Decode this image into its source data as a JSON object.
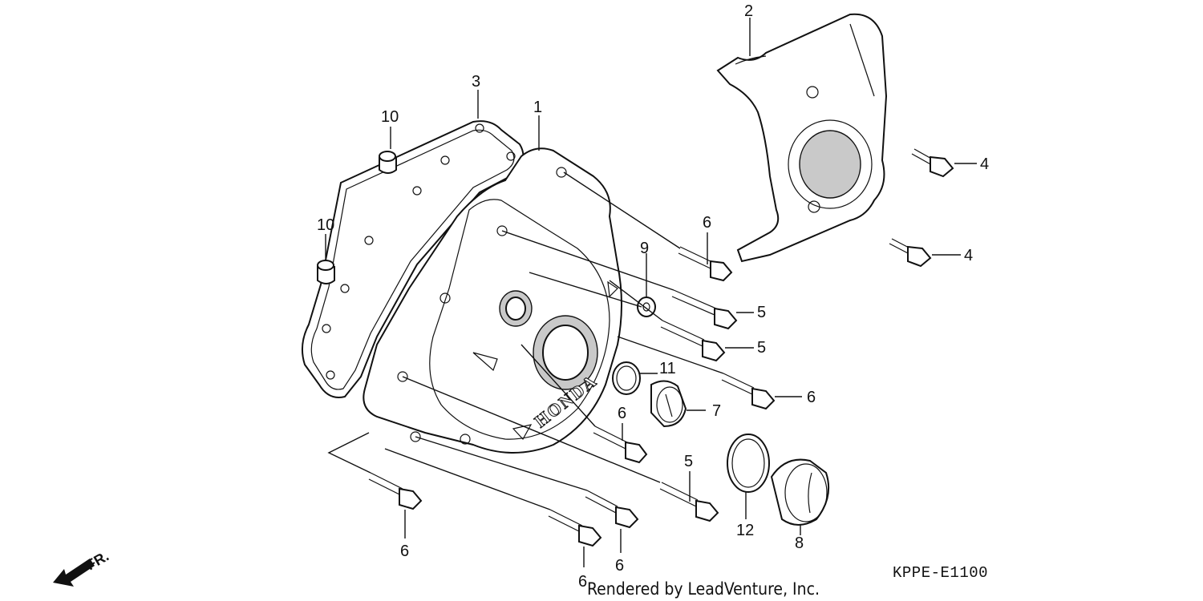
{
  "diagram": {
    "callouts": [
      "1",
      "2",
      "3",
      "4",
      "4",
      "5",
      "5",
      "5",
      "6",
      "6",
      "6",
      "6",
      "6",
      "6",
      "7",
      "8",
      "9",
      "10",
      "10",
      "11",
      "12"
    ],
    "cover_brand": "HONDA",
    "direction_label": "FR.",
    "diagram_code": "KPPE-E1100",
    "credit": "Rendered by LeadVenture, Inc."
  }
}
